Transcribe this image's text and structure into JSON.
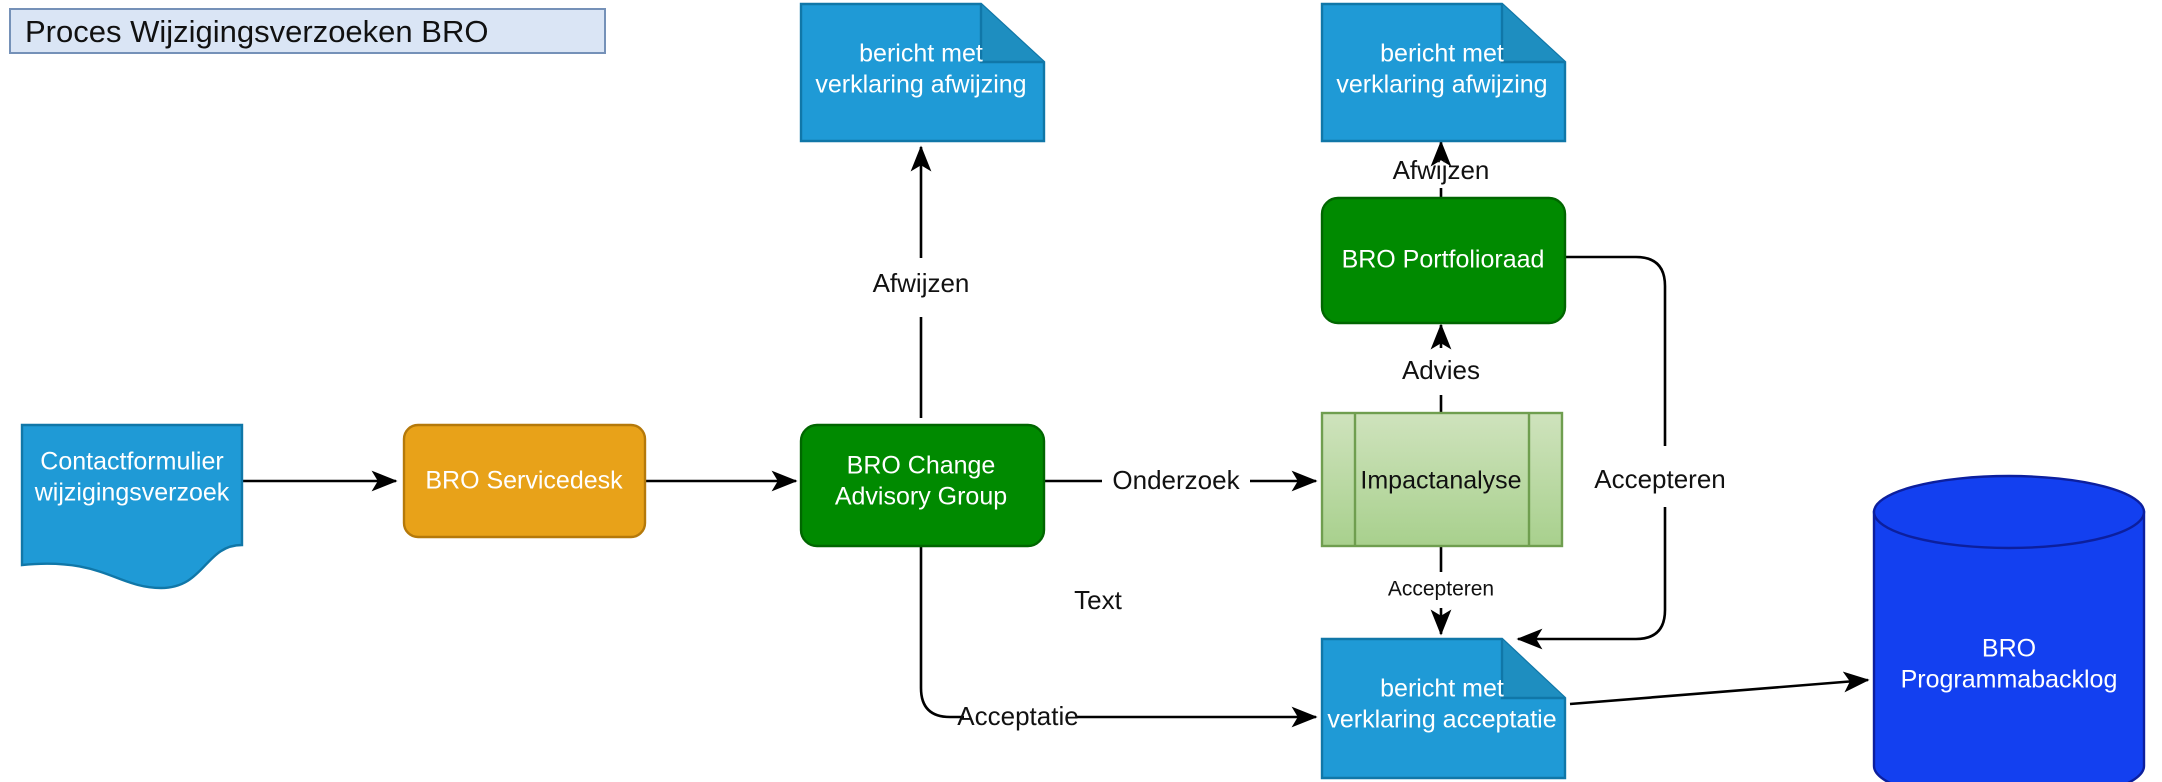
{
  "title": {
    "text": "Proces Wijzigingsverzoeken BRO",
    "background": "#dae5f5",
    "border": "#7591b8"
  },
  "colors": {
    "blue_document": "#1f9ad6",
    "blue_document_stroke": "#1077a8",
    "orange": "#e8a219",
    "orange_stroke": "#b5790a",
    "green": "#008a00",
    "green_stroke": "#006600",
    "light_green": "#a8d08d",
    "light_green_stroke": "#6f9e4f",
    "database_blue": "#1340f0",
    "database_stroke": "#0c1f9e",
    "edge": "#000000"
  },
  "nodes": [
    {
      "id": "contactformulier",
      "shape": "document",
      "lines": [
        "Contactformulier",
        "wijzigingsverzoek"
      ],
      "fill": "#1f9ad6",
      "text_color": "#ffffff"
    },
    {
      "id": "servicedesk",
      "shape": "rounded-rect",
      "lines": [
        "BRO Servicedesk"
      ],
      "fill": "#e8a219",
      "text_color": "#ffffff"
    },
    {
      "id": "change-advisory-group",
      "shape": "rounded-rect",
      "lines": [
        "BRO Change",
        "Advisory Group"
      ],
      "fill": "#008a00",
      "text_color": "#ffffff"
    },
    {
      "id": "impactanalyse",
      "shape": "predefined-process",
      "lines": [
        "Impactanalyse"
      ],
      "fill": "#a8d08d",
      "text_color": "#101010"
    },
    {
      "id": "portfolioraad",
      "shape": "rounded-rect",
      "lines": [
        "BRO Portfolioraad"
      ],
      "fill": "#008a00",
      "text_color": "#ffffff"
    },
    {
      "id": "note-afwijzing-links",
      "shape": "note",
      "lines": [
        "bericht met",
        "verklaring afwijzing"
      ],
      "fill": "#1f9ad6",
      "text_color": "#ffffff"
    },
    {
      "id": "note-afwijzing-rechts",
      "shape": "note",
      "lines": [
        "bericht met",
        "verklaring afwijzing"
      ],
      "fill": "#1f9ad6",
      "text_color": "#ffffff"
    },
    {
      "id": "note-acceptatie",
      "shape": "note",
      "lines": [
        "bericht met",
        "verklaring acceptatie"
      ],
      "fill": "#1f9ad6",
      "text_color": "#ffffff"
    },
    {
      "id": "programmabacklog",
      "shape": "cylinder",
      "lines": [
        "BRO",
        "Programmabacklog"
      ],
      "fill": "#1340f0",
      "text_color": "#ffffff"
    }
  ],
  "edge_labels": {
    "afwijzen_links": "Afwijzen",
    "afwijzen_rechts": "Afwijzen",
    "onderzoek": "Onderzoek",
    "advies": "Advies",
    "accepteren_rechts": "Accepteren",
    "accepteren_impact": "Accepteren",
    "acceptatie": "Acceptatie",
    "stray_text": "Text"
  }
}
